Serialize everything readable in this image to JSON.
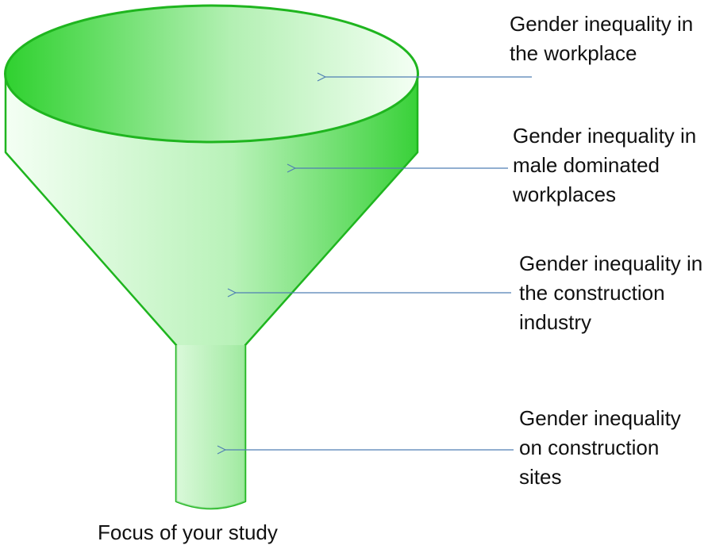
{
  "colors": {
    "funnel_fill_dark": "#2fd12f",
    "funnel_fill_light": "#f4fff4",
    "funnel_outline": "#1fb51f",
    "arrow": "#4f7fb3",
    "text": "#111111"
  },
  "levels": [
    {
      "lines": [
        "Gender inequality in",
        "the workplace"
      ]
    },
    {
      "lines": [
        "Gender inequality in",
        "male dominated",
        "workplaces"
      ]
    },
    {
      "lines": [
        "Gender inequality in",
        "the construction",
        "industry"
      ]
    },
    {
      "lines": [
        "Gender inequality",
        "on construction",
        "sites"
      ]
    }
  ],
  "caption": "Focus of your study"
}
